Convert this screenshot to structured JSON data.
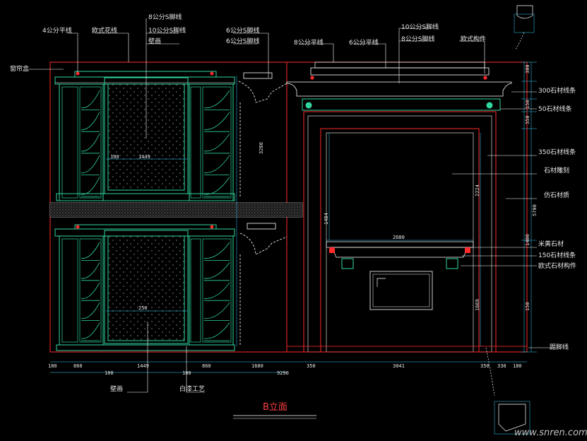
{
  "colors": {
    "background": "#000000",
    "outline": "#ff2a2a",
    "cabinet": "#2fd6a0",
    "detail": "#ffffff",
    "leader": "#ffffff",
    "dimension": "#3ad0ff",
    "text": "#e8e8e8",
    "title": "#ff4040"
  },
  "title": "B立面",
  "watermark": "www.snren.com",
  "labels_left": [
    "4公分平线",
    "欧式花线",
    "8公分S脚线",
    "10公分S脚线",
    "壁画",
    "6公分S脚线",
    "6公分S脚线"
  ],
  "label_side": "窗帘盒",
  "labels_top_right": [
    "10公分S脚线",
    "8公分平线",
    "6公分平线",
    "8公分S脚线",
    "欧式构件"
  ],
  "labels_right": [
    "300石材线条",
    "50石材线条",
    "350石材线条",
    "石材雕刻",
    "仿石材质",
    "米黄石材",
    "150石材线条",
    "欧式石材构件"
  ],
  "label_skirting": "踢脚线",
  "labels_bottom": [
    "壁画",
    "白漆工艺"
  ],
  "dims_bottom": [
    "180",
    "860",
    "100",
    "1449",
    "100",
    "860",
    "1680",
    "350",
    "3041",
    "350",
    "330",
    "180"
  ],
  "dim_total": "9290",
  "dims_right": [
    "300",
    "150",
    "350",
    "5700",
    "1400",
    "150"
  ],
  "dims_inner": [
    "2680",
    "2224",
    "1484",
    "1669",
    "3280",
    "1449",
    "250",
    "100"
  ]
}
